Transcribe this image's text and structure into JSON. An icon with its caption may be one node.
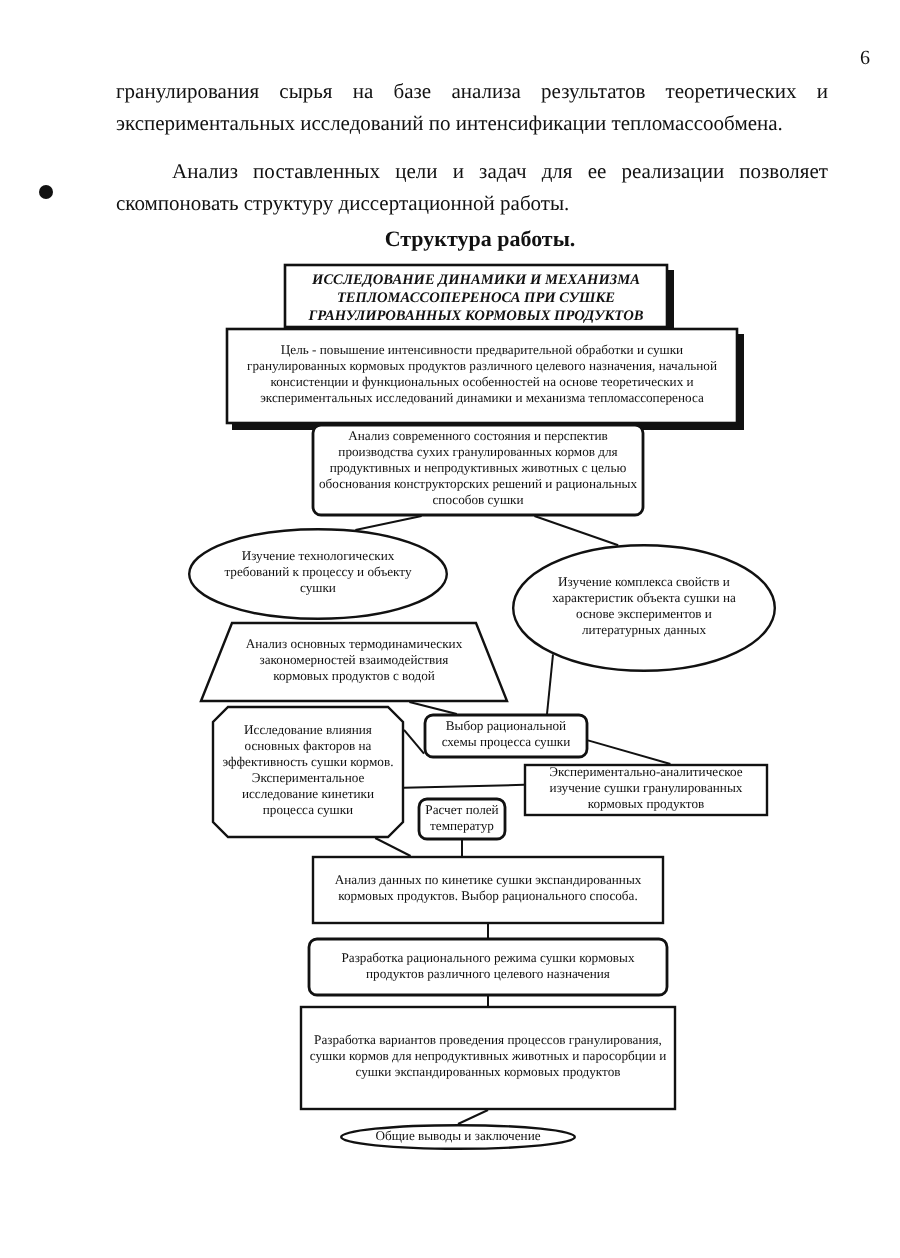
{
  "diagram": {
    "title": "Структура работы.",
    "nodes": [
      {
        "text": [
          "ИССЛЕДОВАНИЕ ДИНАМИКИ И МЕХАНИЗМА ТЕПЛОМАССОПЕРЕНОСА ПРИ СУШКЕ ГРАНУЛИРОВАННЫХ КОРМОВЫХ ПРОДУКТОВ"
        ]
      },
      {
        "text": [
          "Цель - повышение интенсивности предварительной обработки и сушки гранулированных кормовых продуктов различного целевого назначения, начальной консистенции и функциональных особенностей на основе теоретических и экспериментальных исследований динамики и механизма тепломассопереноса"
        ]
      },
      {
        "text": [
          "Анализ современного состояния и перспектив производства сухих гранулированных кормов для продуктивных и непродуктивных животных с целью обоснования конструкторских решений и рациональных способов сушки"
        ]
      },
      {
        "text": [
          "Изучение технологических требований к процессу и объекту сушки"
        ]
      },
      {
        "text": [
          "Изучение комплекса свойств и характеристик объекта сушки на основе экспериментов и литературных данных"
        ]
      },
      {
        "text": [
          "Анализ основных термодинамических закономерностей взаимодействия кормовых продуктов с водой"
        ]
      },
      {
        "text": [
          "Исследование влияния основных факторов на эффективность сушки кормов. Экспериментальное исследование кинетики процесса сушки"
        ]
      },
      {
        "text": [
          "Выбор рациональной схемы процесса сушки"
        ]
      },
      {
        "text": [
          "Экспериментально-аналитическое изучение сушки гранулированных кормовых продуктов"
        ]
      },
      {
        "text": [
          "Расчет полей температур"
        ]
      },
      {
        "text": [
          "Анализ данных по кинетике сушки экспандированных кормовых продуктов. Выбор рационального способа."
        ]
      },
      {
        "text": [
          "Разработка рационального режима сушки кормовых продуктов различного целевого назначения"
        ]
      },
      {
        "text": [
          "Разработка вариантов проведения процессов гранулирования, сушки кормов для непродуктивных животных и паросорбции и сушки экспандированных кормовых продуктов"
        ]
      },
      {
        "text": [
          "Общие выводы и заключение"
        ]
      }
    ],
    "edges": [
      {
        "from": 2,
        "to": 3,
        "arrow": "none"
      },
      {
        "from": 2,
        "to": 4,
        "arrow": "none"
      },
      {
        "from": 5,
        "to": 7,
        "arrow": "none"
      },
      {
        "from": 4,
        "to": 7,
        "arrow": "none"
      },
      {
        "from": 6,
        "to": 7,
        "arrow": "none"
      },
      {
        "from": 7,
        "to": 8,
        "arrow": "none"
      },
      {
        "from": 6,
        "to": 8,
        "arrow": "none"
      },
      {
        "from": 6,
        "to": 10,
        "arrow": "none"
      },
      {
        "from": 9,
        "to": 10,
        "arrow": "none"
      },
      {
        "from": 10,
        "to": 11,
        "arrow": "none"
      },
      {
        "from": 11,
        "to": 12,
        "arrow": "none"
      },
      {
        "from": 12,
        "to": 13,
        "arrow": "none"
      }
    ],
    "labels": [
      "6",
      "гранулирования сырья на базе анализа результатов теоретических и экспериментальных исследований по интенсификации тепломассообмена.",
      "Анализ поставленных цели и задач для ее реализации позволяет скомпоновать структуру диссертационной работы."
    ]
  }
}
